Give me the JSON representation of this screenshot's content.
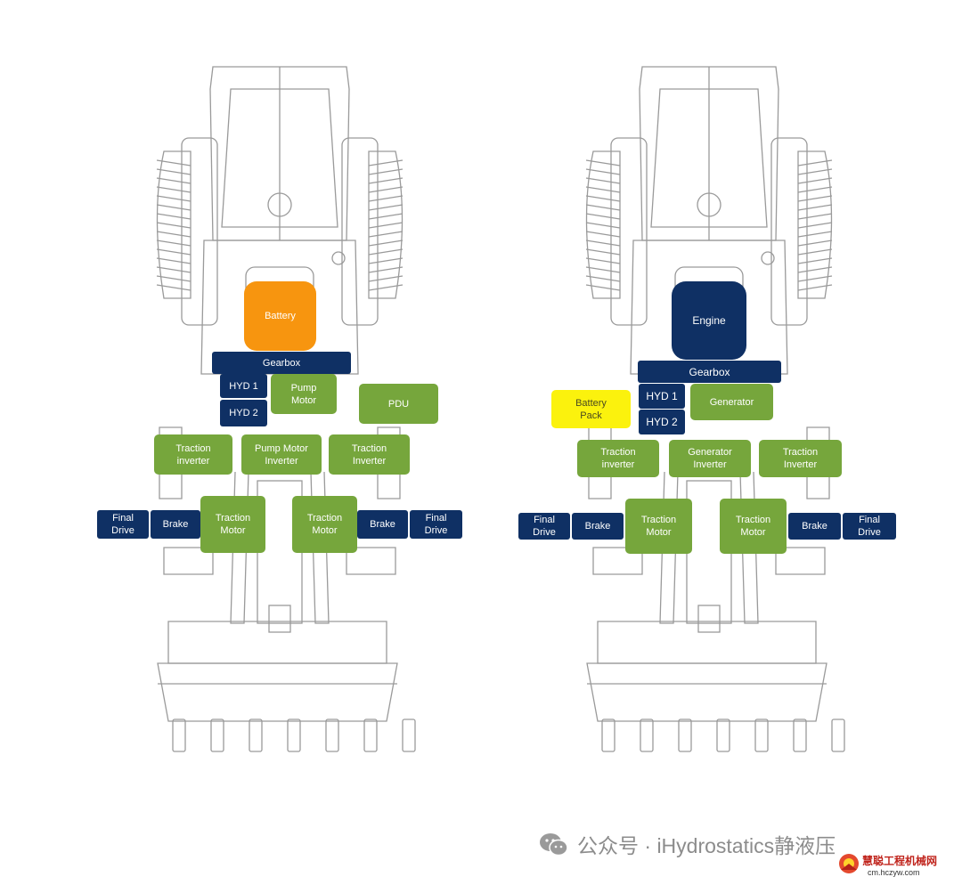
{
  "colors": {
    "navy": "#0f3064",
    "green": "#76a63c",
    "orange": "#f7950f",
    "yellow": "#fbf20d",
    "outline": "#9a9a9a"
  },
  "left_machine": {
    "battery": "Battery",
    "gearbox": "Gearbox",
    "hyd1": "HYD 1",
    "hyd2": "HYD 2",
    "pump_motor": "Pump\nMotor",
    "pdu": "PDU",
    "traction_inverter_left": "Traction\ninverter",
    "pump_motor_inverter": "Pump Motor\nInverter",
    "traction_inverter_right": "Traction\nInverter",
    "final_drive_left": "Final\nDrive",
    "brake_left": "Brake",
    "traction_motor_left": "Traction\nMotor",
    "traction_motor_right": "Traction\nMotor",
    "brake_right": "Brake",
    "final_drive_right": "Final\nDrive"
  },
  "right_machine": {
    "engine": "Engine",
    "gearbox": "Gearbox",
    "hyd1": "HYD 1",
    "hyd2": "HYD 2",
    "generator": "Generator",
    "battery_pack": "Battery\nPack",
    "traction_inverter_left": "Traction\ninverter",
    "generator_inverter": "Generator\nInverter",
    "traction_inverter_right": "Traction\nInverter",
    "final_drive_left": "Final\nDrive",
    "brake_left": "Brake",
    "traction_motor_left": "Traction\nMotor",
    "traction_motor_right": "Traction\nMotor",
    "brake_right": "Brake",
    "final_drive_right": "Final\nDrive"
  },
  "watermark": {
    "icon": "wechat-icon",
    "text": "公众号 · iHydrostatics静液压"
  },
  "site_mark": {
    "logo": "site-logo-icon",
    "name": "慧聪工程机械网",
    "url": "cm.hczyw.com"
  }
}
